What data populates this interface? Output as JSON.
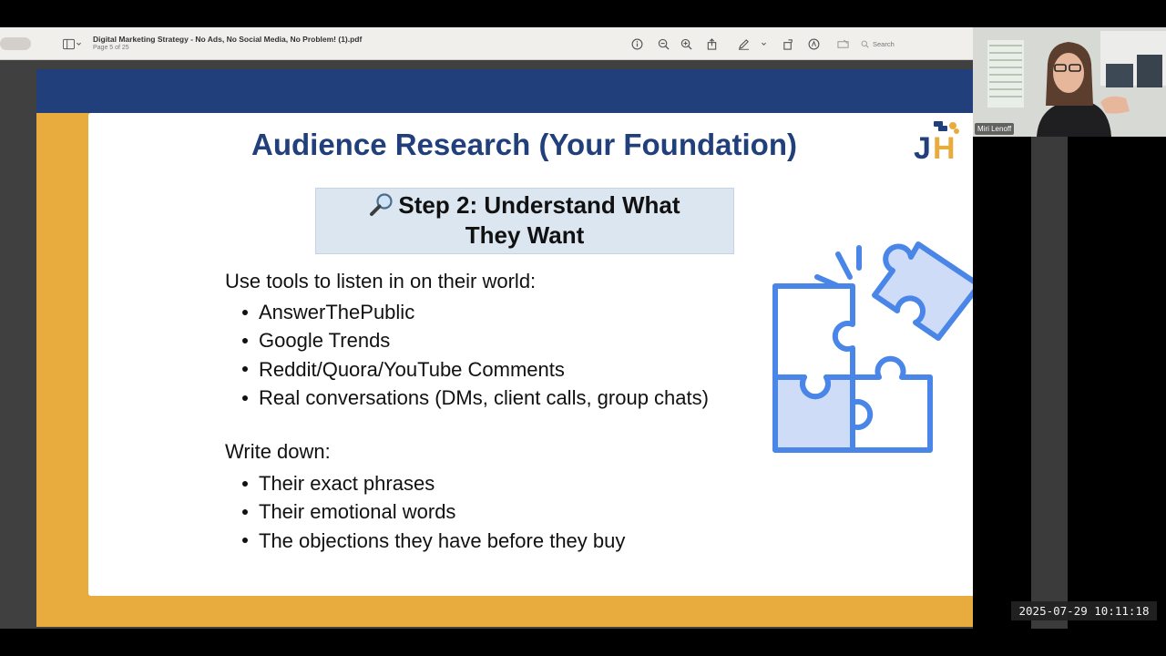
{
  "viewer": {
    "document_title": "Digital Marketing Strategy - No Ads, No Social Media, No Problem! (1).pdf",
    "page_indicator": "Page 5 of 25",
    "search_placeholder": "Search"
  },
  "slide": {
    "title": "Audience Research (Your Foundation)",
    "step_line1": "Step 2: Understand What",
    "step_line2": "They Want",
    "section1_label": "Use tools to listen in on their world:",
    "section1_items": [
      "AnswerThePublic",
      "Google Trends",
      "Reddit/Quora/YouTube Comments",
      "Real conversations (DMs, client calls, group chats)"
    ],
    "section2_label": "Write down:",
    "section2_items": [
      "Their exact phrases",
      "Their emotional words",
      "The objections they have before they buy"
    ],
    "logo_text": "JH",
    "colors": {
      "band": "#213f7a",
      "border": "#e7ac3d",
      "step_box": "#dbe6f1",
      "puzzle": "#4a86e8"
    }
  },
  "webcam": {
    "participant_name": "Miri Lenoff"
  },
  "timestamp": "2025-07-29  10:11:18"
}
